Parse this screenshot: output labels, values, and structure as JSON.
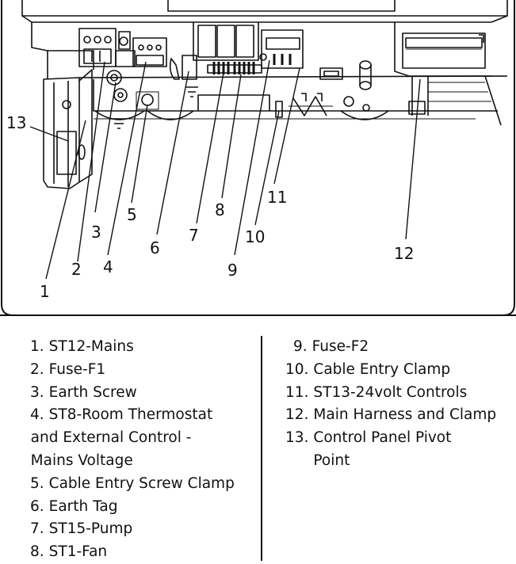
{
  "callouts": [
    "1",
    "2",
    "3",
    "4",
    "5",
    "6",
    "7",
    "8",
    "9",
    "10",
    "11",
    "12",
    "13"
  ],
  "legend": {
    "left": [
      {
        "num": "1.",
        "text": "ST12-Mains"
      },
      {
        "num": "2.",
        "text": "Fuse-F1"
      },
      {
        "num": "3.",
        "text": "Earth Screw"
      },
      {
        "num": "4.",
        "text": "ST8-Room Thermostat and External Control -Mains Voltage"
      },
      {
        "num": "5.",
        "text": "Cable Entry Screw Clamp"
      },
      {
        "num": "6.",
        "text": "Earth Tag"
      },
      {
        "num": "7.",
        "text": "ST15-Pump"
      },
      {
        "num": "8.",
        "text": "ST1-Fan"
      }
    ],
    "right": [
      {
        "num": "9.",
        "text": "Fuse-F2"
      },
      {
        "num": "10.",
        "text": "Cable Entry Clamp"
      },
      {
        "num": "11.",
        "text": "ST13-24volt Controls"
      },
      {
        "num": "12.",
        "text": "Main Harness and Clamp"
      },
      {
        "num": "13.",
        "text": "Control Panel Pivot Point"
      }
    ]
  },
  "colors": {
    "ink": "#111111",
    "background": "#ffffff"
  }
}
